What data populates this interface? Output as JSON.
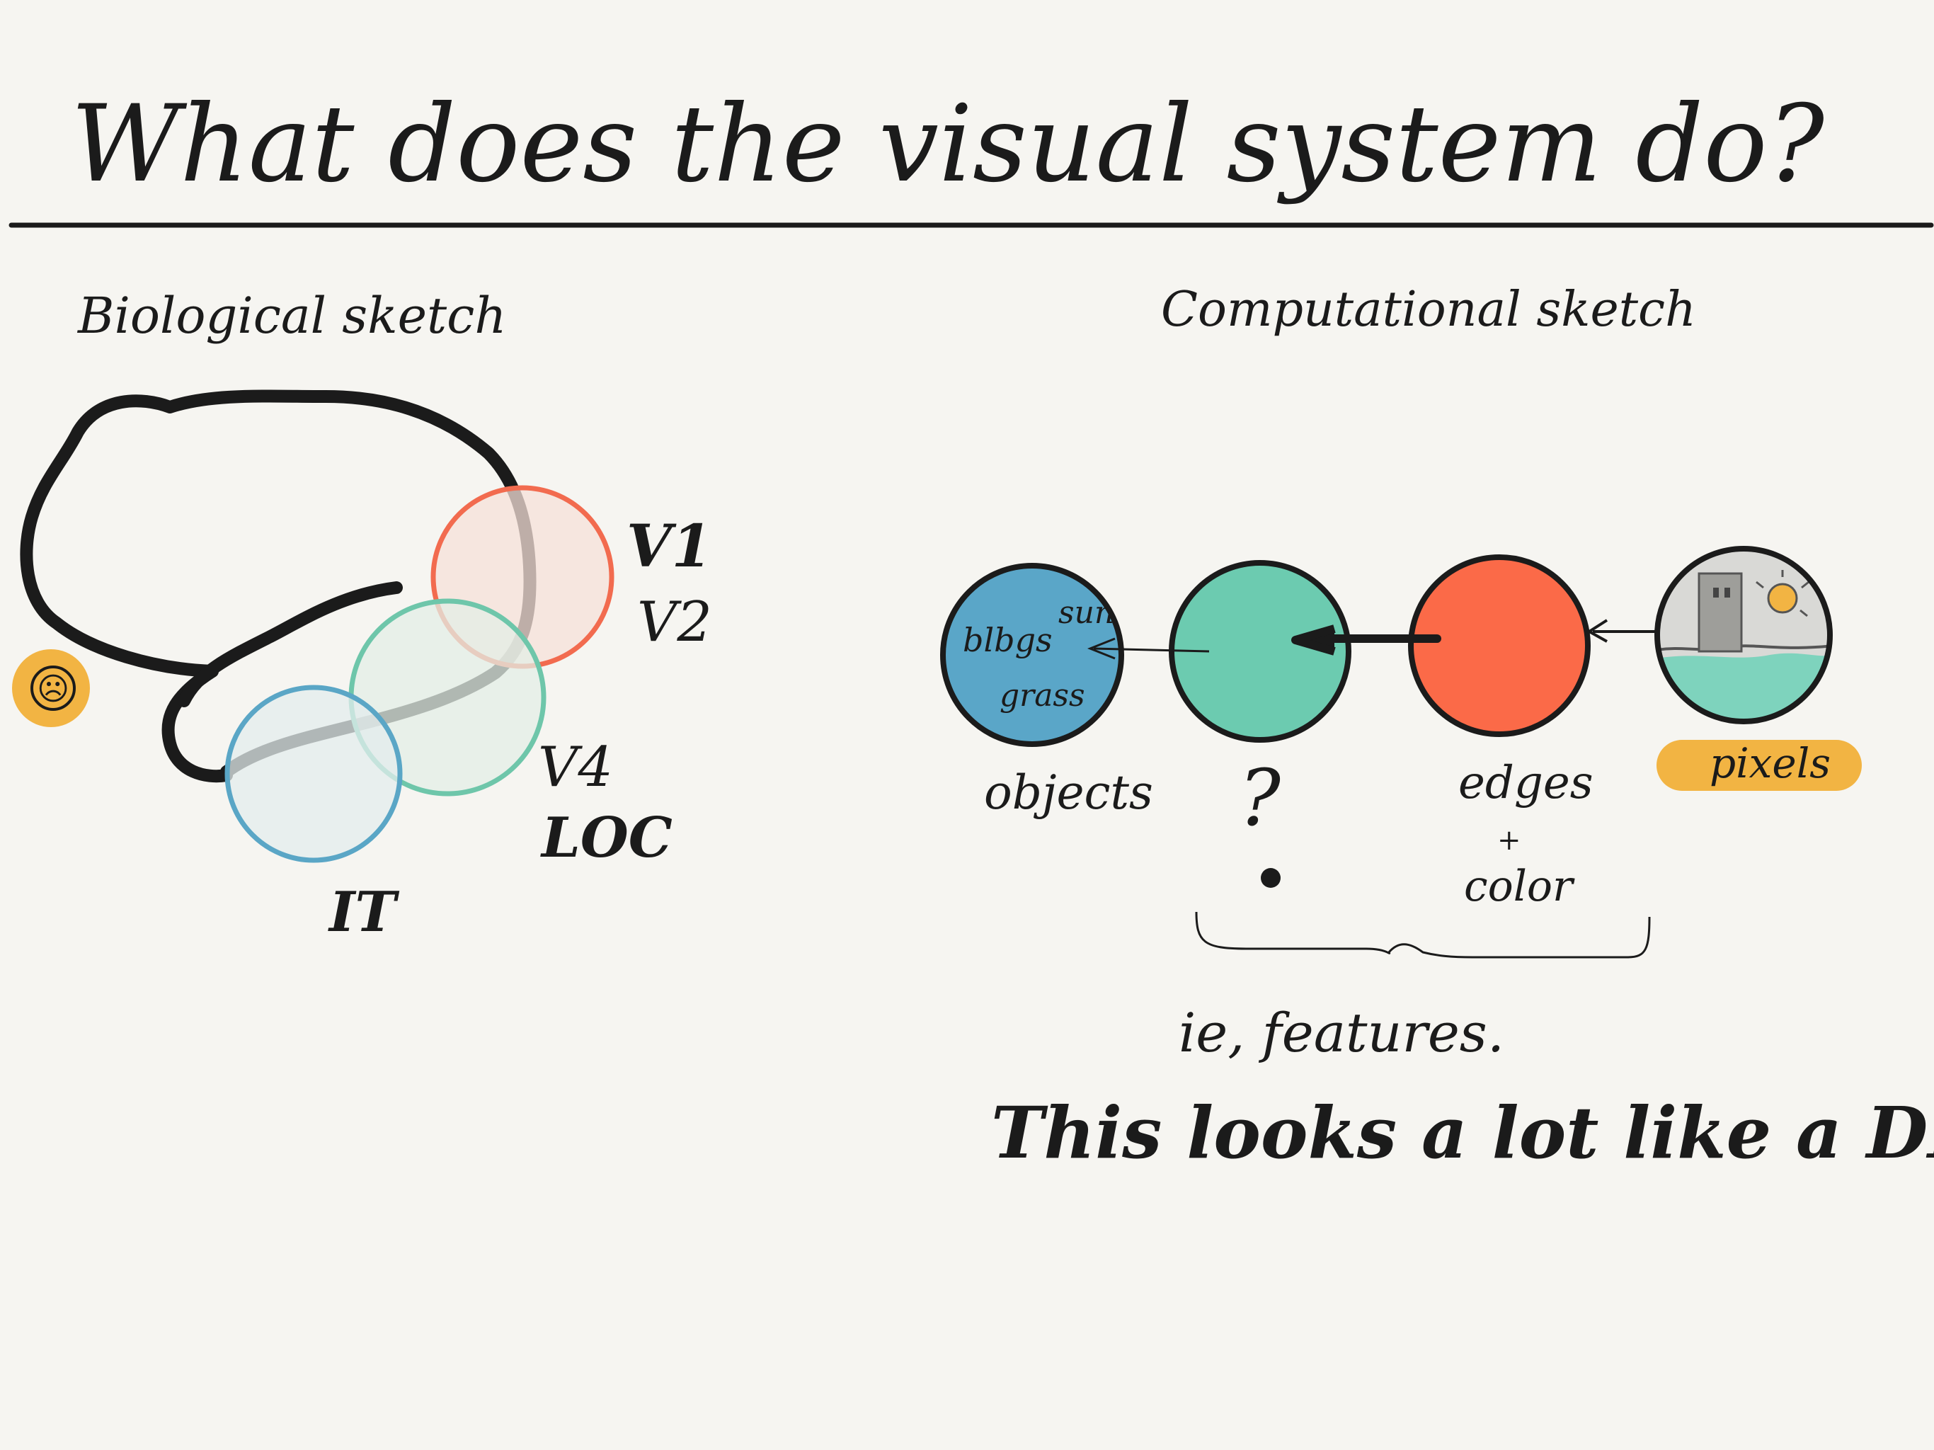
{
  "title": "What does the visual system do?",
  "biological": {
    "heading": "Biological sketch",
    "regions": [
      {
        "id": "v1",
        "label": "V1",
        "color": "#f26b4f",
        "fill": "#f6e0d8"
      },
      {
        "id": "v2",
        "label": "V2",
        "color": "#f26b4f"
      },
      {
        "id": "v4",
        "label": "V4",
        "color": "#6ec6aa",
        "fill": "#e3ede6"
      },
      {
        "id": "loc",
        "label": "LOC",
        "color": "#6ec6aa"
      },
      {
        "id": "it",
        "label": "IT",
        "color": "#5aa6c6",
        "fill": "#e3ecec"
      }
    ],
    "face_symbol": "☹",
    "face_color": "#f2b443"
  },
  "computational": {
    "heading": "Computational sketch",
    "nodes": [
      {
        "id": "objects",
        "label": "objects",
        "color": "#5aa6c8",
        "inner": [
          "blbgs",
          "sun",
          "grass"
        ]
      },
      {
        "id": "unknown",
        "label": "?",
        "color": "#6ccbb0"
      },
      {
        "id": "edges",
        "label": "edges",
        "sublabel_plus": "+",
        "sublabel": "color",
        "color": "#fb6a48"
      },
      {
        "id": "pixels",
        "label": "pixels",
        "color": "#d9d9d6",
        "highlight": "#f2b443"
      }
    ],
    "brace_caption": "ie, features.",
    "conclusion": "This looks a lot like a DNN!"
  },
  "colors": {
    "ink": "#1b1b1b",
    "paper": "#f6f5f1",
    "sun": "#f2b443",
    "water": "#7ed3bd"
  }
}
